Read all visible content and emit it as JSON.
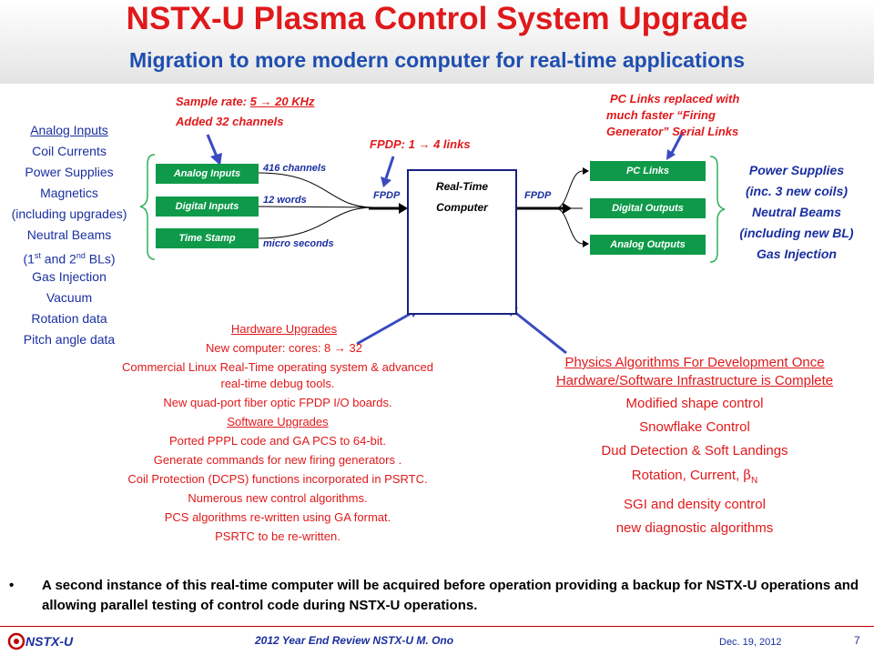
{
  "title": "NSTX-U Plasma Control System Upgrade",
  "subtitle": "Migration to more modern computer for real-time applications",
  "left_list": {
    "header": "Analog Inputs",
    "items": [
      "Coil Currents",
      "Power Supplies",
      "Magnetics",
      "(including upgrades)",
      "Neutral Beams",
      "Gas Injection",
      "Vacuum",
      "Rotation data",
      "Pitch angle data"
    ],
    "beams_line": {
      "pre": "(1",
      "sup1": "st",
      "mid": " and 2",
      "sup2": "nd",
      "post": " BLs)"
    }
  },
  "sample_rate": {
    "prefix": "Sample rate: ",
    "from": "5",
    "arrow": "→",
    "to": "20 KHz",
    "channels": "Added 32 channels"
  },
  "input_boxes": {
    "analog": "Analog Inputs",
    "digital": "Digital Inputs",
    "time": "Time Stamp"
  },
  "input_labels": {
    "channels": "416 channels",
    "words": "12 words",
    "micro": "micro seconds"
  },
  "fpdp_note": {
    "text": "FPDP: 1 ",
    "arrow": "→",
    "rest": " 4 links"
  },
  "fpdp_label": "FPDP",
  "rt_computer": {
    "line1": "Real-Time",
    "line2": "Computer"
  },
  "pc_links_note": {
    "line1": "PC Links replaced with",
    "line2": "much faster “Firing",
    "line3": "Generator” Serial Links"
  },
  "output_boxes": {
    "pc": "PC Links",
    "digital": "Digital Outputs",
    "analog": "Analog Outputs"
  },
  "right_list": [
    "Power Supplies",
    "(inc. 3 new coils)",
    "Neutral Beams",
    "(including new BL)",
    "Gas Injection"
  ],
  "hardware": {
    "header": "Hardware Upgrades",
    "cores": {
      "prefix": "New computer: cores: 8 ",
      "arrow": "→",
      "suffix": " 32"
    },
    "items": [
      "Commercial Linux Real-Time operating system & advanced",
      "real-time debug tools.",
      "New quad-port fiber optic FPDP I/O boards."
    ],
    "software_header": "Software Upgrades",
    "software_items": [
      "Ported PPPL code and GA PCS to 64-bit.",
      "Generate commands for new firing generators .",
      "Coil Protection (DCPS) functions incorporated in PSRTC.",
      "Numerous new control algorithms.",
      "PCS algorithms re-written using GA format.",
      "PSRTC to be re-written."
    ]
  },
  "physics": {
    "header1": "Physics Algorithms For Development Once",
    "header2": "Hardware/Software Infrastructure is Complete",
    "items": [
      "Modified shape control",
      "Snowflake Control",
      "Dud Detection & Soft Landings"
    ],
    "rotation": {
      "prefix": "Rotation, Current, ",
      "beta": "β",
      "sub": "N"
    },
    "items2": [
      "SGI and density control",
      "new diagnostic algorithms"
    ]
  },
  "bullet": "A second instance of this real-time computer will be acquired before operation providing a backup for NSTX-U operations and allowing parallel testing of control code during NSTX-U operations.",
  "footer": {
    "logo": "NSTX-U",
    "center": "2012 Year End Review NSTX-U M. Ono",
    "date": "Dec. 19, 2012",
    "page": "7"
  },
  "colors": {
    "title_red": "#e0191b",
    "subtitle_blue": "#1e4eb0",
    "box_green": "#0f9a4a",
    "text_blue": "#1a2fa0"
  }
}
